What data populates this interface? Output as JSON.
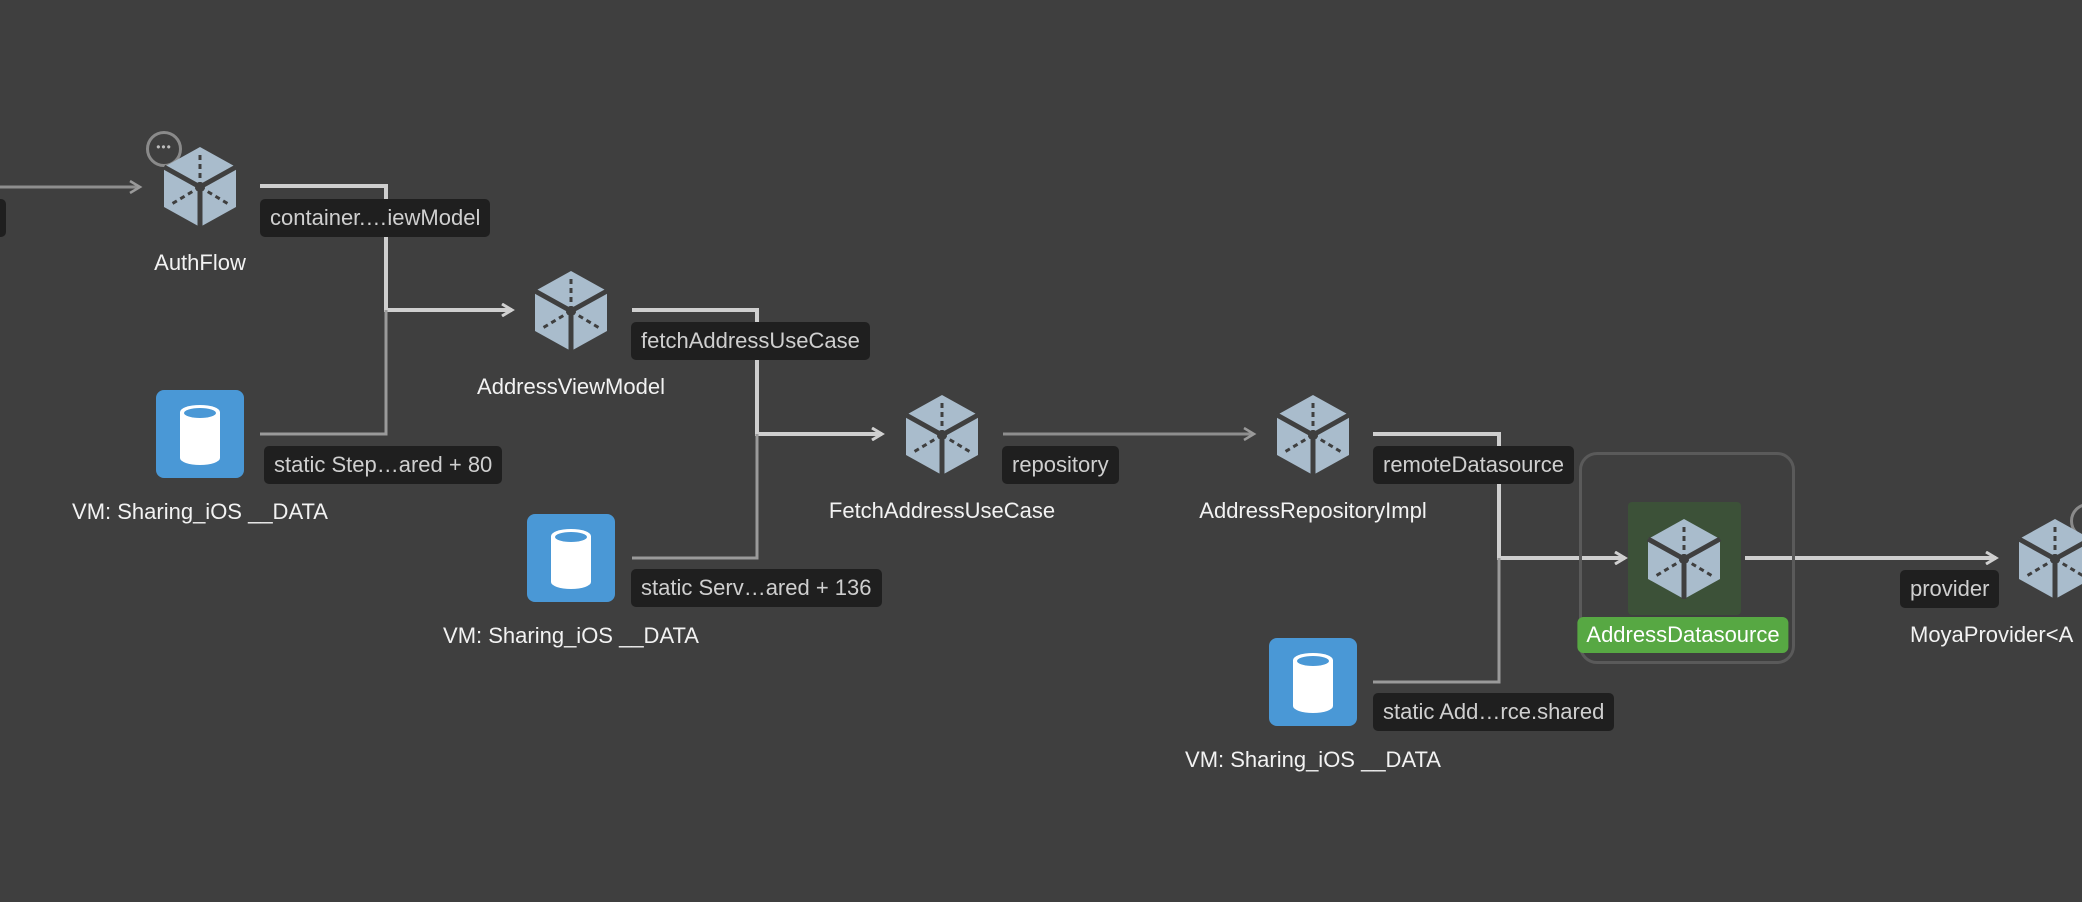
{
  "graph": {
    "nodes": {
      "auth_flow": {
        "title": "AuthFlow",
        "kind": "object"
      },
      "address_view_model": {
        "title": "AddressViewModel",
        "kind": "object"
      },
      "fetch_address_use_case": {
        "title": "FetchAddressUseCase",
        "kind": "object"
      },
      "address_repository_impl": {
        "title": "AddressRepositoryImpl",
        "kind": "object"
      },
      "address_datasource": {
        "title": "AddressDatasource",
        "kind": "object",
        "selected": true
      },
      "moya_provider": {
        "title": "MoyaProvider<A",
        "kind": "object"
      },
      "vm_data_1": {
        "title": "VM: Sharing_iOS __DATA",
        "kind": "region"
      },
      "vm_data_2": {
        "title": "VM: Sharing_iOS __DATA",
        "kind": "region"
      },
      "vm_data_3": {
        "title": "VM: Sharing_iOS __DATA",
        "kind": "region"
      }
    },
    "edge_labels": {
      "container_view_model": "container.…iewModel",
      "static_step_shared": "static Step…ared + 80",
      "fetch_address_use_case": "fetchAddressUseCase",
      "static_serv_shared": "static Serv…ared + 136",
      "repository": "repository",
      "remote_datasource": "remoteDatasource",
      "static_add_shared": "static Add…rce.shared",
      "provider": "provider"
    },
    "more_button_glyph": "•••"
  },
  "colors": {
    "background": "#3f3f3f",
    "edge": "#9a9a9a",
    "edge_highlight": "#cfcfcf",
    "object_icon": "#a9bccc",
    "region_icon": "#4a98d6",
    "selected_label": "#57a843",
    "label_bg": "#1f1f1f"
  },
  "icons": {
    "object": "object-cube-icon",
    "region": "database-icon",
    "more": "ellipsis-icon"
  }
}
